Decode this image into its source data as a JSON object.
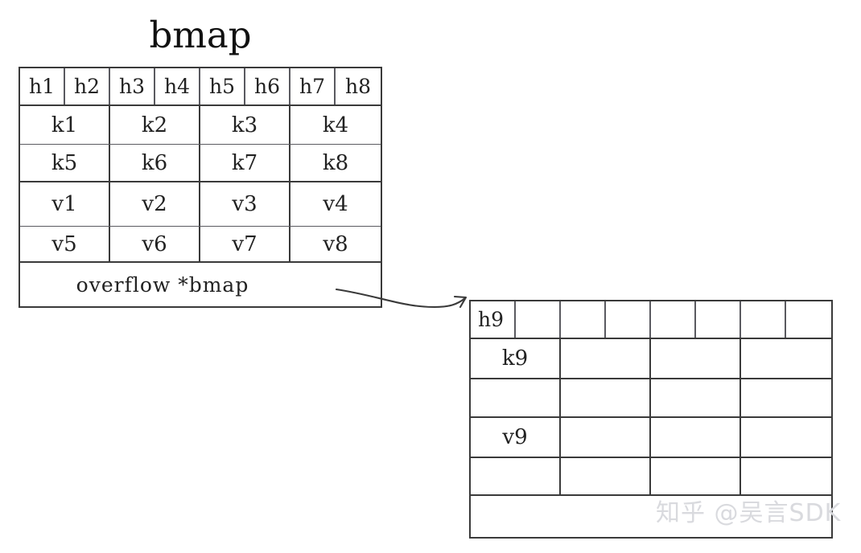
{
  "diagram": {
    "title": "bmap",
    "left_bucket": {
      "name": "bmap-bucket",
      "hash_row": [
        "h1",
        "h2",
        "h3",
        "h4",
        "h5",
        "h6",
        "h7",
        "h8"
      ],
      "key_rows": [
        [
          "k1",
          "k2",
          "k3",
          "k4"
        ],
        [
          "k5",
          "k6",
          "k7",
          "k8"
        ]
      ],
      "value_rows": [
        [
          "v1",
          "v2",
          "v3",
          "v4"
        ],
        [
          "v5",
          "v6",
          "v7",
          "v8"
        ]
      ],
      "overflow_label": "overflow  *bmap"
    },
    "right_bucket": {
      "name": "overflow-bmap-bucket",
      "hash_row": [
        "h9",
        "",
        "",
        "",
        "",
        "",
        "",
        ""
      ],
      "key_rows": [
        [
          "k9",
          "",
          "",
          ""
        ],
        [
          "",
          "",
          "",
          ""
        ]
      ],
      "value_rows": [
        [
          "v9",
          "",
          "",
          ""
        ],
        [
          "",
          "",
          "",
          ""
        ]
      ],
      "overflow_label": ""
    },
    "connector": {
      "name": "overflow-pointer-arrow",
      "from": "overflow *bmap field",
      "to": "overflow bucket"
    }
  },
  "watermark": {
    "text": "知乎 @吴言SDK"
  },
  "colors": {
    "background": "#ffffff",
    "border": "#3a3a3a",
    "text": "#222222",
    "watermark": "#d9dade"
  }
}
